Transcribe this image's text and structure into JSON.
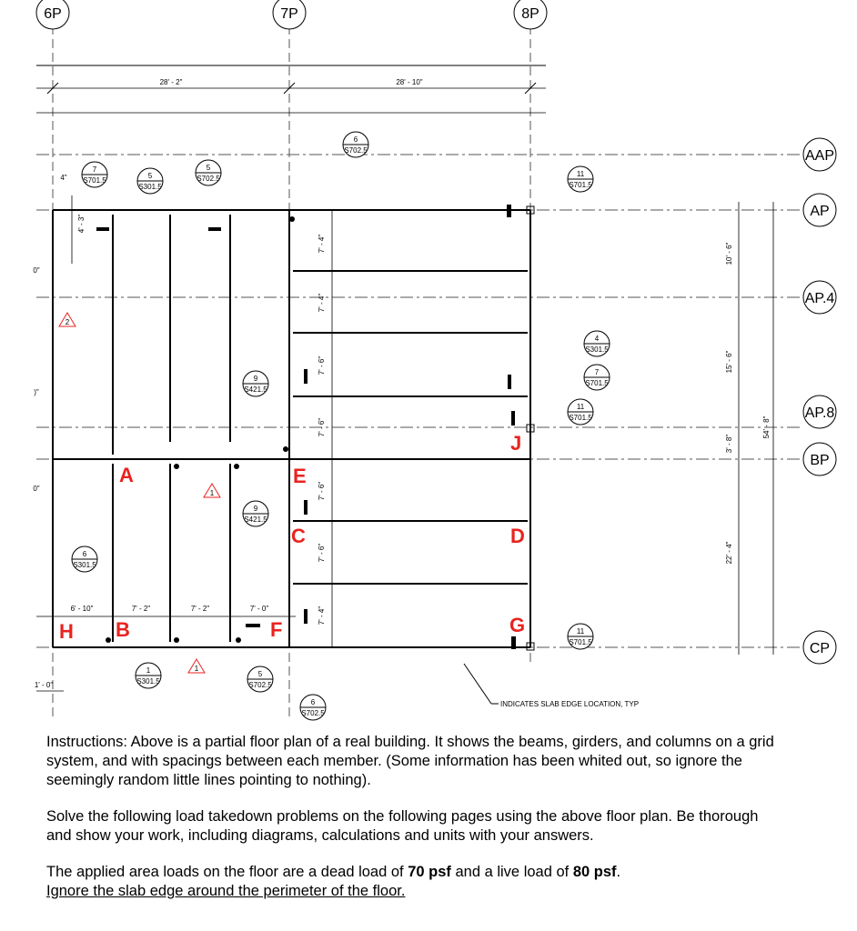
{
  "grid": {
    "columns": [
      "6P",
      "7P",
      "8P"
    ],
    "rows": [
      "AAP",
      "AP",
      "AP.4",
      "AP.8",
      "BP",
      "CP"
    ]
  },
  "dimensions": {
    "top_left": "28' - 2\"",
    "top_right": "28' - 10\"",
    "bottom": [
      "6' - 10\"",
      "7' - 2\"",
      "7' - 2\"",
      "7' - 0\""
    ],
    "right_bays": [
      "7' - 4\"",
      "7' - 4\"",
      "7' - 6\"",
      "7' - 6\"",
      "7' - 6\"",
      "7' - 6\"",
      "7' - 4\""
    ],
    "right_overall": [
      "10' - 6\"",
      "15' - 6\"",
      "3' - 8\"",
      "22' - 4\""
    ],
    "far_right": "54' - 8\"",
    "left_small": "4' - 3\"",
    "left_tiny": "4\"",
    "bottom_left": "1' - 0\"",
    "left_partials": [
      "0\"",
      ")\"",
      "0\""
    ]
  },
  "member_labels": [
    "A",
    "B",
    "C",
    "D",
    "E",
    "F",
    "G",
    "H",
    "J"
  ],
  "section_markers": [
    {
      "num": "7",
      "ref": "S701.5"
    },
    {
      "num": "5",
      "ref": "S301.5"
    },
    {
      "num": "5",
      "ref": "S702.5"
    },
    {
      "num": "6",
      "ref": "S702.5"
    },
    {
      "num": "11",
      "ref": "S701.5"
    },
    {
      "num": "4",
      "ref": "S301.5"
    },
    {
      "num": "7",
      "ref": "S701.5"
    },
    {
      "num": "11",
      "ref": "S701.5"
    },
    {
      "num": "9",
      "ref": "S421.5"
    },
    {
      "num": "9",
      "ref": "S421.5"
    },
    {
      "num": "6",
      "ref": "S301.5"
    },
    {
      "num": "11",
      "ref": "S701.5"
    },
    {
      "num": "1",
      "ref": "S301.5"
    },
    {
      "num": "5",
      "ref": "S702.5"
    },
    {
      "num": "6",
      "ref": "S702.5"
    }
  ],
  "revision_tags": [
    "2",
    "1",
    "1"
  ],
  "slab_note": "INDICATES SLAB EDGE LOCATION, TYP",
  "instructions": {
    "p1": "Instructions: Above is a partial floor plan of a real building.  It shows the beams, girders, and columns on a grid system, and with spacings between each member.  (Some information has been whited out, so ignore the seemingly random little lines pointing to nothing).",
    "p2": "Solve the following load takedown problems on the following pages using the above floor plan. Be thorough and show your work, including diagrams, calculations and units with your answers.",
    "p3_before": "The applied area loads on the floor are a dead load of ",
    "dead_load": "70 psf",
    "p3_middle": " and a live load of ",
    "live_load": "80 psf",
    "p3_after": ".",
    "p4": "Ignore the slab edge around the perimeter of the floor."
  },
  "colors": {
    "member_label": "#e8231f",
    "line": "#000000"
  }
}
